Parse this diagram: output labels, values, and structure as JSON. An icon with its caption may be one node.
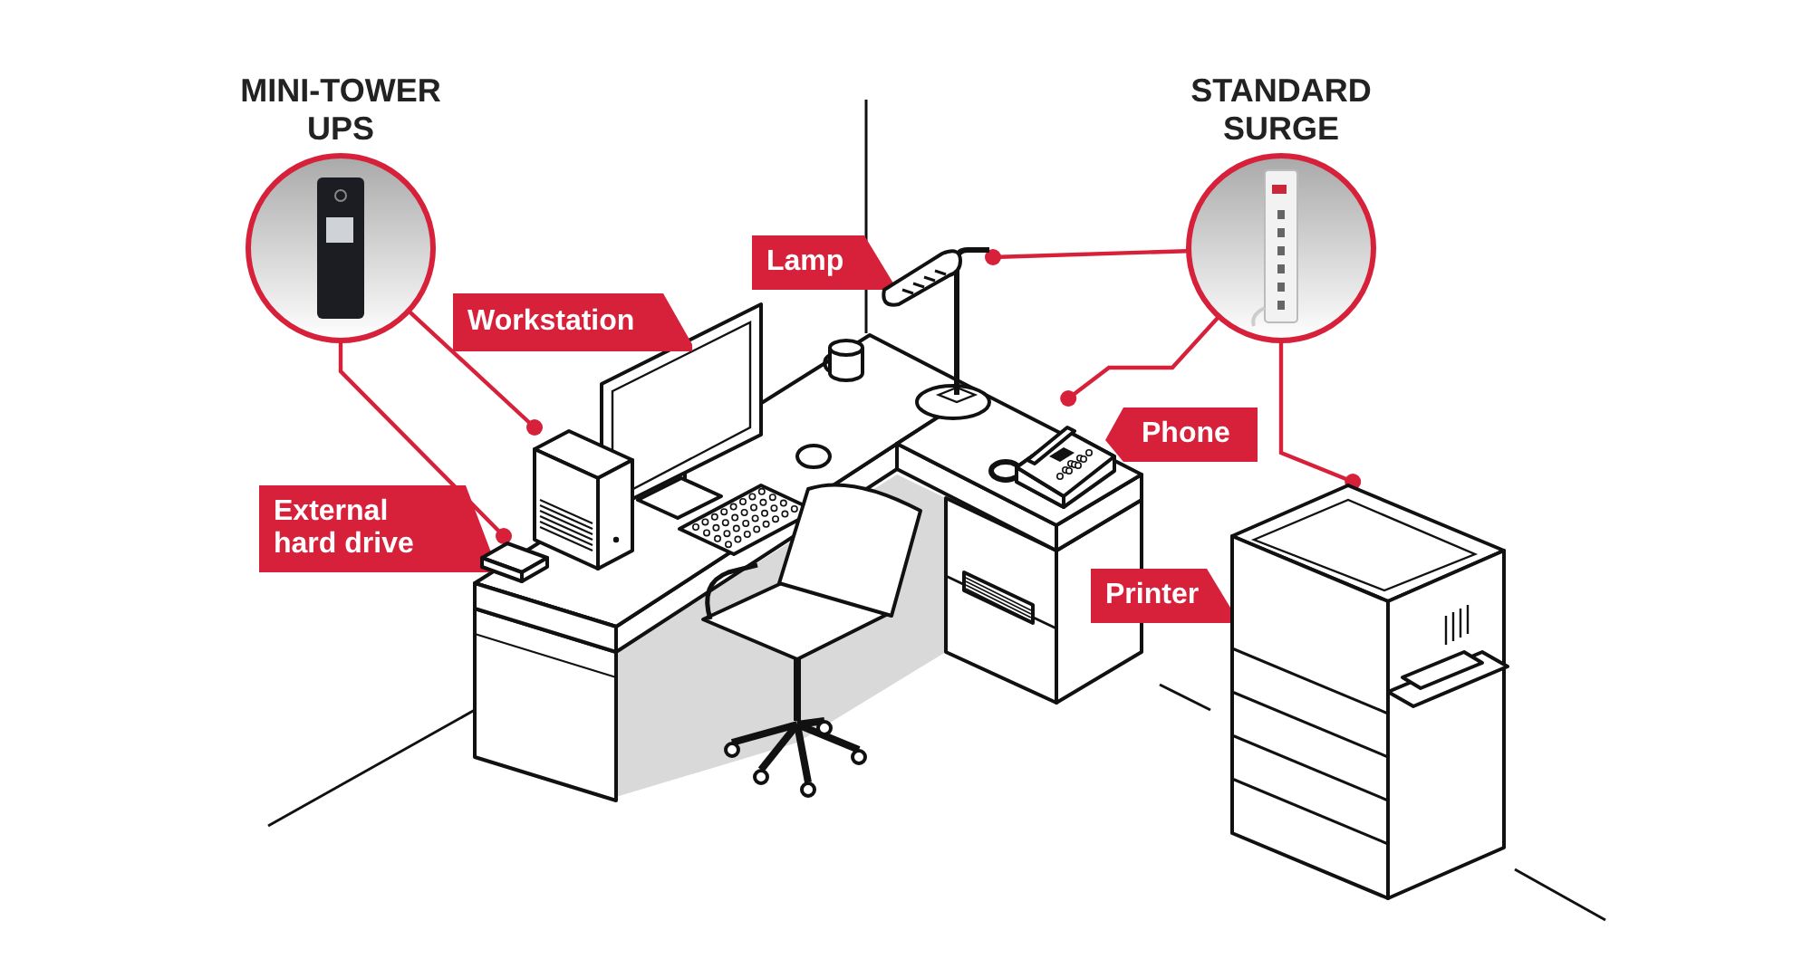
{
  "diagram": {
    "nodes": [
      {
        "text": [
          "MINI-TOWER UPS"
        ]
      },
      {
        "text": [
          "STANDARD SURGE"
        ]
      },
      {
        "text": [
          "Workstation"
        ]
      },
      {
        "text": [
          "External hard drive"
        ]
      },
      {
        "text": [
          "Lamp"
        ]
      },
      {
        "text": [
          "Phone"
        ]
      },
      {
        "text": [
          "Printer"
        ]
      },
      {
        "text": [],
        "shape": "picture"
      },
      {
        "text": [],
        "shape": "picture"
      },
      {
        "text": [],
        "shape": "picture"
      },
      {
        "text": [],
        "shape": "picture"
      },
      {
        "text": [],
        "shape": "picture"
      }
    ],
    "edges": [
      {
        "from": 0,
        "to": 7,
        "arrow": "other"
      },
      {
        "from": 0,
        "to": 8,
        "arrow": "other"
      },
      {
        "from": 1,
        "to": 9,
        "arrow": "other"
      },
      {
        "from": 1,
        "to": 10,
        "arrow": "other"
      },
      {
        "from": 1,
        "to": 11,
        "arrow": "other"
      }
    ]
  }
}
